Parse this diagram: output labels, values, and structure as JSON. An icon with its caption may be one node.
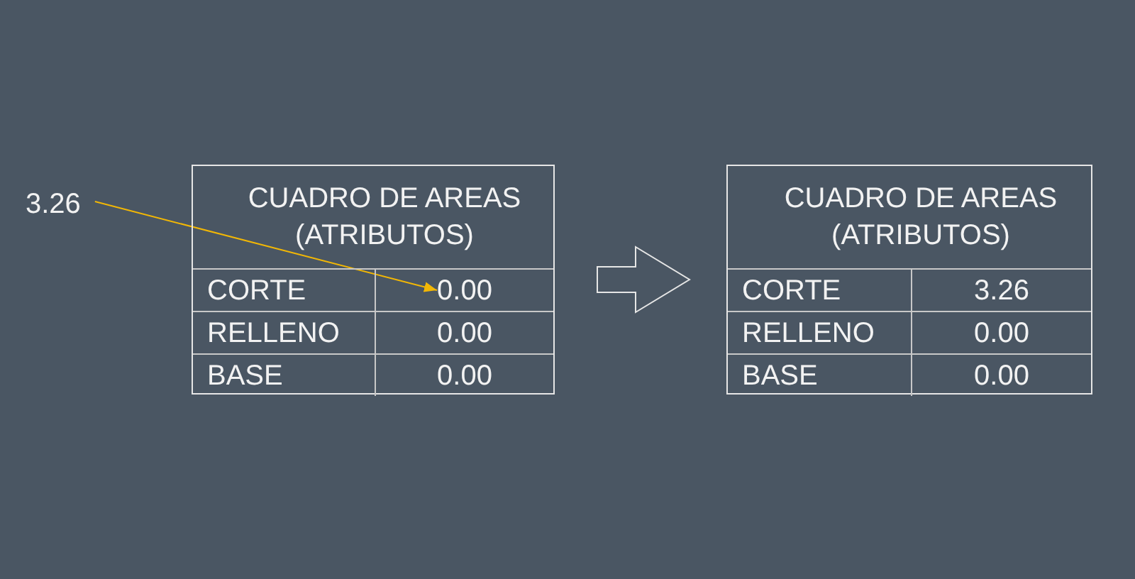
{
  "diagram": {
    "nodes": [
      {
        "text": [
          "3.26"
        ]
      },
      {
        "text": [
          "CUADRO DE AREAS (ATRIBUTOS)"
        ]
      },
      {
        "text": [
          "CORTE"
        ],
        "in": 1
      },
      {
        "text": [
          "0.00"
        ],
        "in": 1
      },
      {
        "text": [
          "RELLENO"
        ],
        "in": 1
      },
      {
        "text": [
          "0.00"
        ],
        "in": 1
      },
      {
        "text": [
          "BASE"
        ],
        "in": 1
      },
      {
        "text": [
          "0.00"
        ],
        "in": 1
      },
      {
        "text": [
          "CUADRO DE AREAS (ATRIBUTOS)"
        ]
      },
      {
        "text": [
          "CORTE"
        ],
        "in": 8
      },
      {
        "text": [
          "3.26"
        ],
        "in": 8
      },
      {
        "text": [
          "RELLENO"
        ],
        "in": 8
      },
      {
        "text": [
          "0.00"
        ],
        "in": 8
      },
      {
        "text": [
          "BASE"
        ],
        "in": 8
      },
      {
        "text": [
          "0.00"
        ],
        "in": 8
      }
    ],
    "edges": [
      {
        "from": 0,
        "to": 3,
        "arrow": "to",
        "color": "#f2b705"
      },
      {
        "from": 1,
        "to": 8,
        "arrow": "to"
      }
    ]
  }
}
